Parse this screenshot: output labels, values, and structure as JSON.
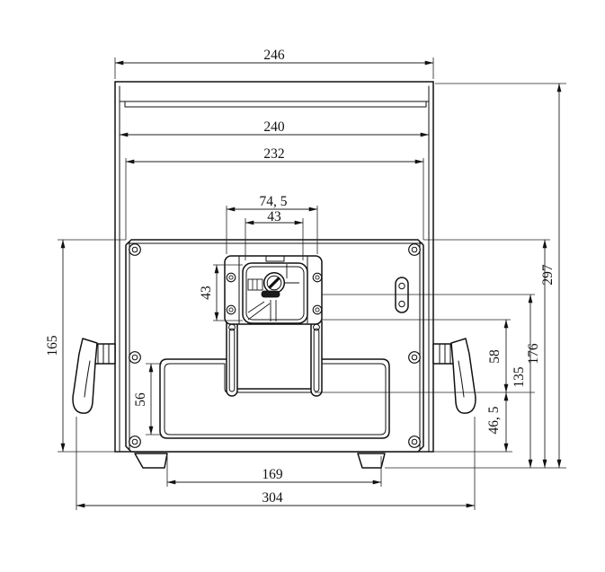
{
  "drawing": {
    "title": "rear-view-dimension-drawing",
    "dimensions": {
      "top_width": "246",
      "shell_width": "240",
      "inner_width": "232",
      "mount_plate_width": "74, 5",
      "mount_width": "43",
      "mount_height": "43",
      "left_height": "165",
      "grille_height": "56",
      "upper_offset": "58",
      "lower_offset": "46, 5",
      "mid_height": "135",
      "rear_panel_height": "176",
      "total_height": "297",
      "feet_spacing": "169",
      "total_width": "304"
    }
  }
}
